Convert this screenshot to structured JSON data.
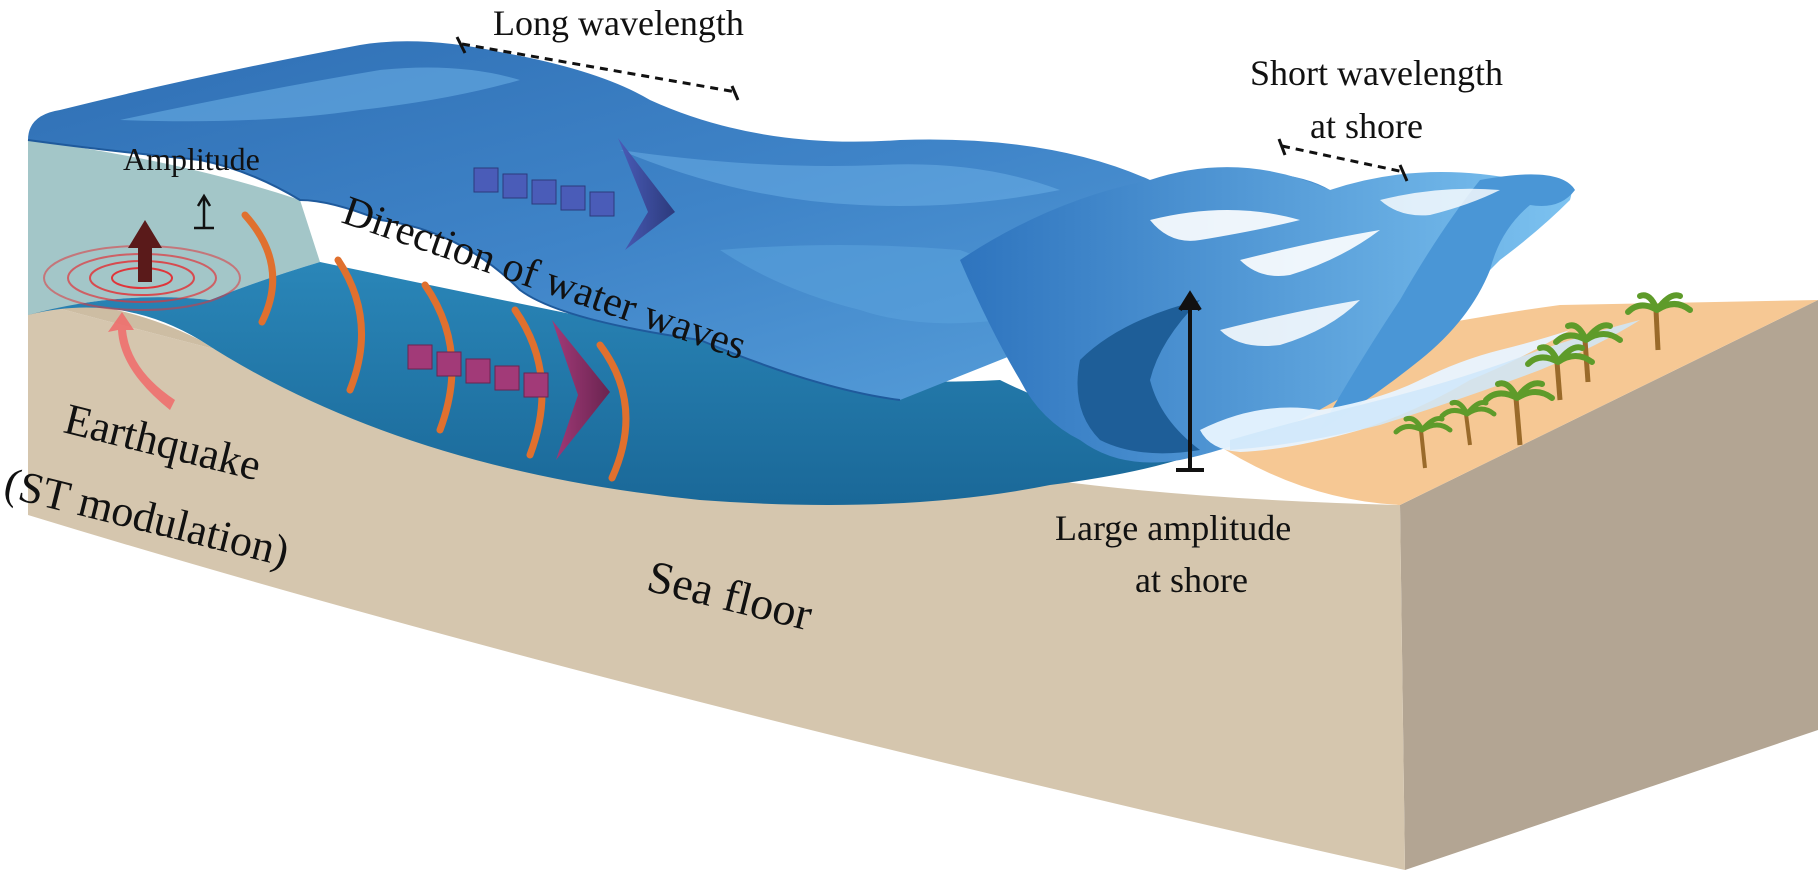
{
  "labels": {
    "long_wavelength": "Long wavelength",
    "short_wavelength_line1": "Short wavelength",
    "short_wavelength_line2": "at shore",
    "amplitude": "Amplitude",
    "direction": "Direction of water waves",
    "earthquake_line1": "Earthquake",
    "earthquake_line2": "(ST modulation)",
    "large_amplitude_line1": "Large amplitude",
    "large_amplitude_line2": "at shore",
    "sea_floor": "Sea floor"
  },
  "colors": {
    "sand_front": "#d5c6ae",
    "sand_side": "#b3a593",
    "beach": "#f6c894",
    "ocean_surface": "#3f84c8",
    "ocean_light": "#6eb2e8",
    "water_deep": "#1e6ea0",
    "water_body": "#2880b4",
    "water_cut": "#a3c6c8",
    "seismic_arc": "#e0702e",
    "earthquake_rings": "#e0353a",
    "blue_arrow": "#3b4a9a",
    "purple_arrow": "#8a3068",
    "palm_leaf": "#5e9b2a",
    "palm_trunk": "#9a6a2a"
  },
  "icons": {
    "epicenter": "concentric-rings-icon",
    "uplift": "up-arrow-icon",
    "surface_direction": "chevron-arrow-icon",
    "subsurface_direction": "chevron-arrow-icon",
    "trees": "palm-tree-icon"
  }
}
